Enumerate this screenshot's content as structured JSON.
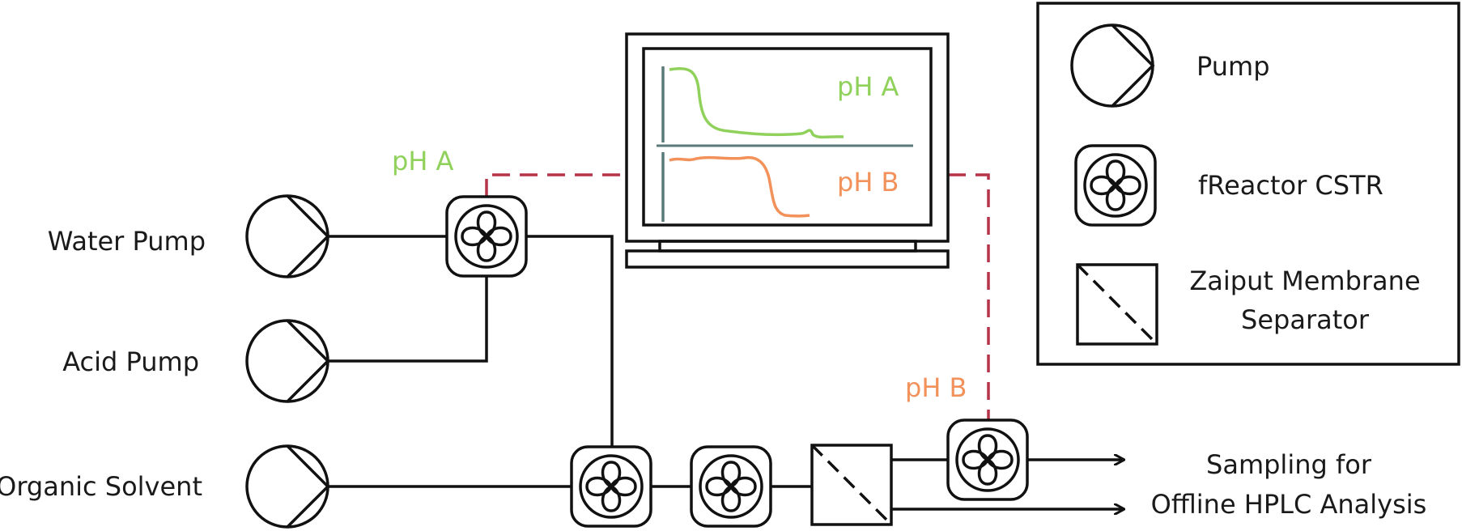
{
  "labels": {
    "water_pump": "Water Pump",
    "acid_pump": "Acid Pump",
    "organic_solvent": "Organic Solvent",
    "ph_a": "pH A",
    "ph_b": "pH B",
    "sampling_line1": "Sampling for",
    "sampling_line2": "Offline HPLC Analysis"
  },
  "monitor": {
    "trace_a_label": "pH A",
    "trace_b_label": "pH B"
  },
  "legend": {
    "pump": "Pump",
    "reactor": "fReactor CSTR",
    "separator_line1": "Zaiput Membrane",
    "separator_line2": "Separator"
  },
  "colors": {
    "ph_a": "#8fd15a",
    "ph_b": "#f2915a",
    "signal_line": "#b5344a",
    "monitor_axis": "#5a7a7a"
  }
}
